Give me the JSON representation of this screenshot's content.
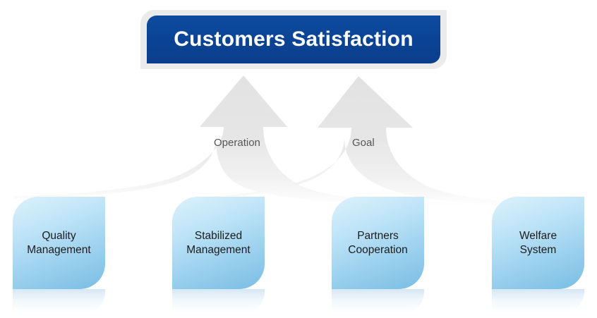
{
  "diagram": {
    "title": "Customers Satisfaction",
    "banner": {
      "label": "Customers Satisfaction",
      "fill_color": "#0b4394",
      "frame_color": "#ebebeb",
      "text_color": "#ffffff"
    },
    "arrows": [
      {
        "name": "operation-arrow",
        "label": "Operation",
        "fill_color": "#e4e4e4",
        "direction": "up"
      },
      {
        "name": "goal-arrow",
        "label": "Goal",
        "fill_color": "#e4e4e4",
        "direction": "up"
      }
    ],
    "foundation_boxes": [
      {
        "name": "quality-management",
        "label": "Quality\nManagement"
      },
      {
        "name": "stabilized-management",
        "label": "Stabilized\nManagement"
      },
      {
        "name": "partners-cooperation",
        "label": "Partners\nCooperation"
      },
      {
        "name": "welfare-system",
        "label": "Welfare\nSystem"
      }
    ],
    "colors": {
      "box_light": "#ddf1fb",
      "box_dark": "#79bde4",
      "arrow_gray": "#e4e4e4",
      "banner_blue": "#0b4394",
      "label_gray": "#555555",
      "background": "#ffffff"
    }
  }
}
